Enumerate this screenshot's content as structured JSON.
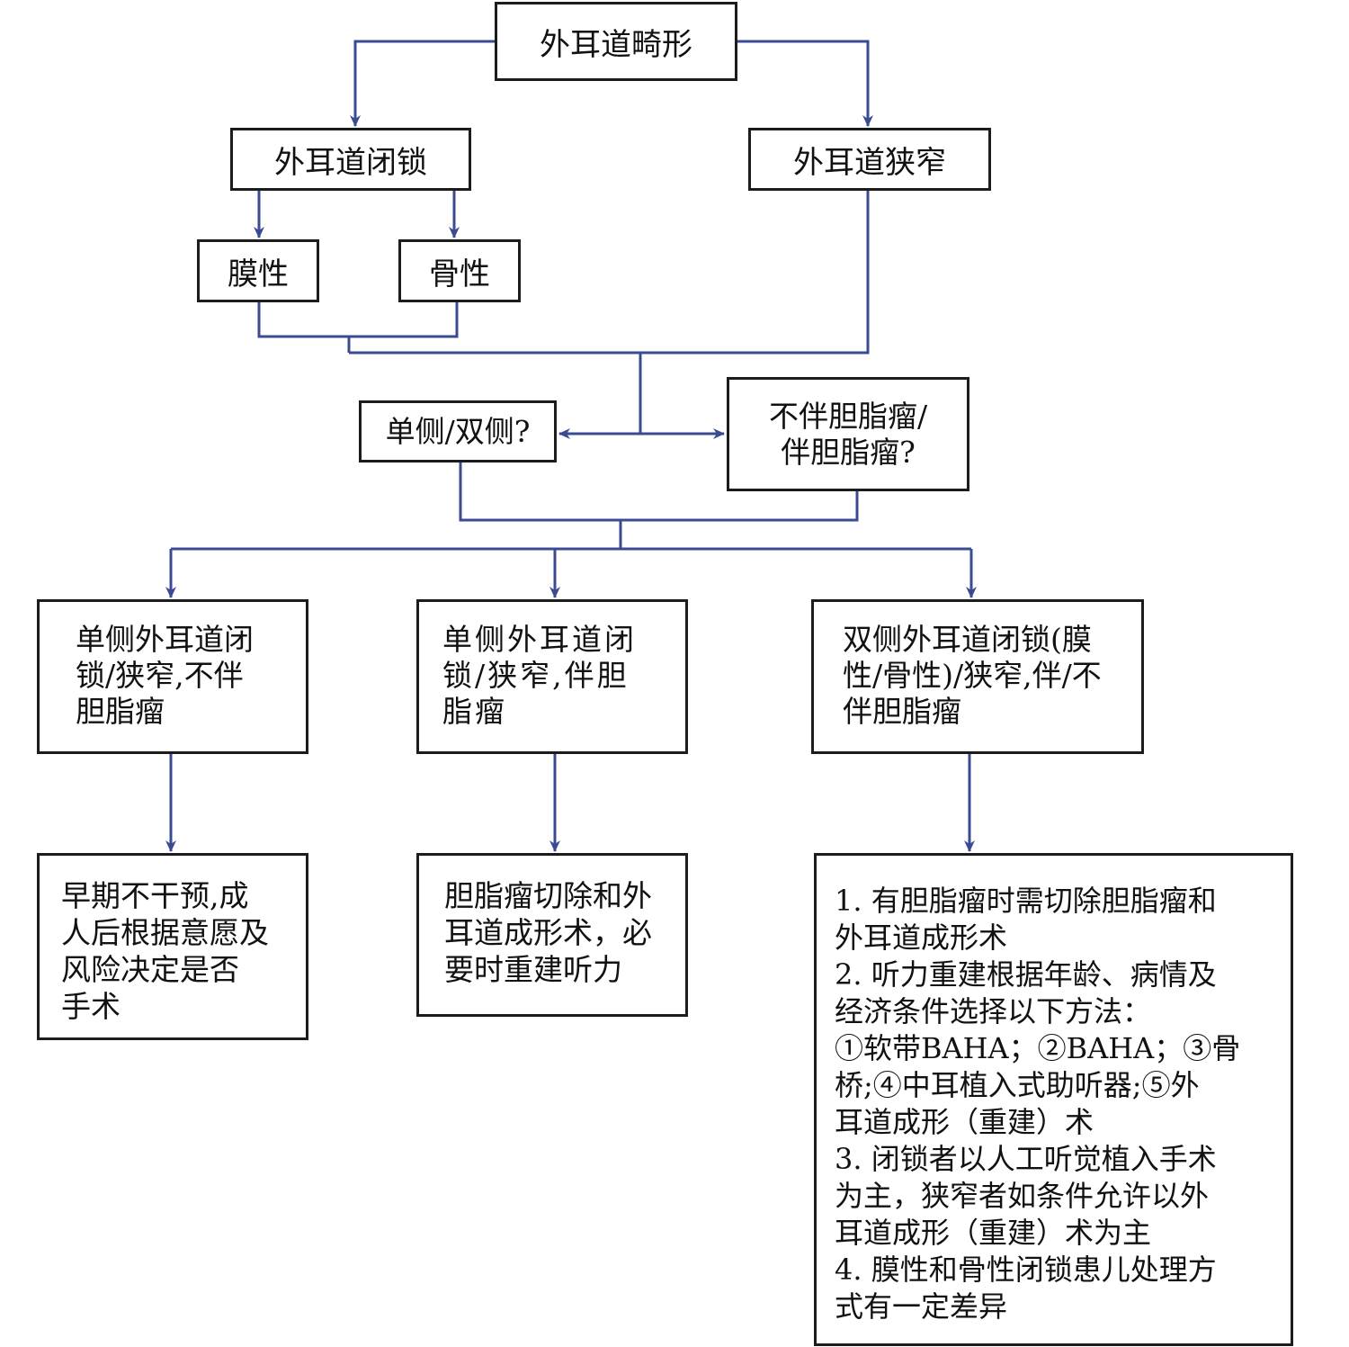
{
  "diagram": {
    "colors": {
      "connector": "#3b4b92",
      "box_border": "#1c1c1c",
      "text": "#111111",
      "background": "#ffffff"
    },
    "nodes": {
      "root": "外耳道畸形",
      "atresia": "外耳道闭锁",
      "stenosis": "外耳道狭窄",
      "membranous": "膜性",
      "bony": "骨性",
      "laterality": "单侧/双侧?",
      "cholesteatoma_q": "不伴胆脂瘤/\n伴胆脂瘤?",
      "case1": "单侧外耳道闭\n锁/狭窄,不伴\n胆脂瘤",
      "case2": "单侧外耳道闭\n锁/狭窄,伴胆\n脂瘤",
      "case3": "双侧外耳道闭锁(膜\n性/骨性)/狭窄,伴/不\n伴胆脂瘤",
      "treat1": "早期不干预,成\n人后根据意愿及\n风险决定是否\n手术",
      "treat2": "胆脂瘤切除和外\n耳道成形术，必\n要时重建听力",
      "treat3_items": [
        "1. 有胆脂瘤时需切除胆脂瘤和\n外耳道成形术",
        "2. 听力重建根据年龄、病情及\n经济条件选择以下方法：\n①软带BAHA；②BAHA；③骨\n桥;④中耳植入式助听器;⑤外\n耳道成形（重建）术",
        "3. 闭锁者以人工听觉植入手术\n为主，狭窄者如条件允许以外\n耳道成形（重建）术为主",
        "4. 膜性和骨性闭锁患儿处理方\n式有一定差异"
      ]
    }
  }
}
